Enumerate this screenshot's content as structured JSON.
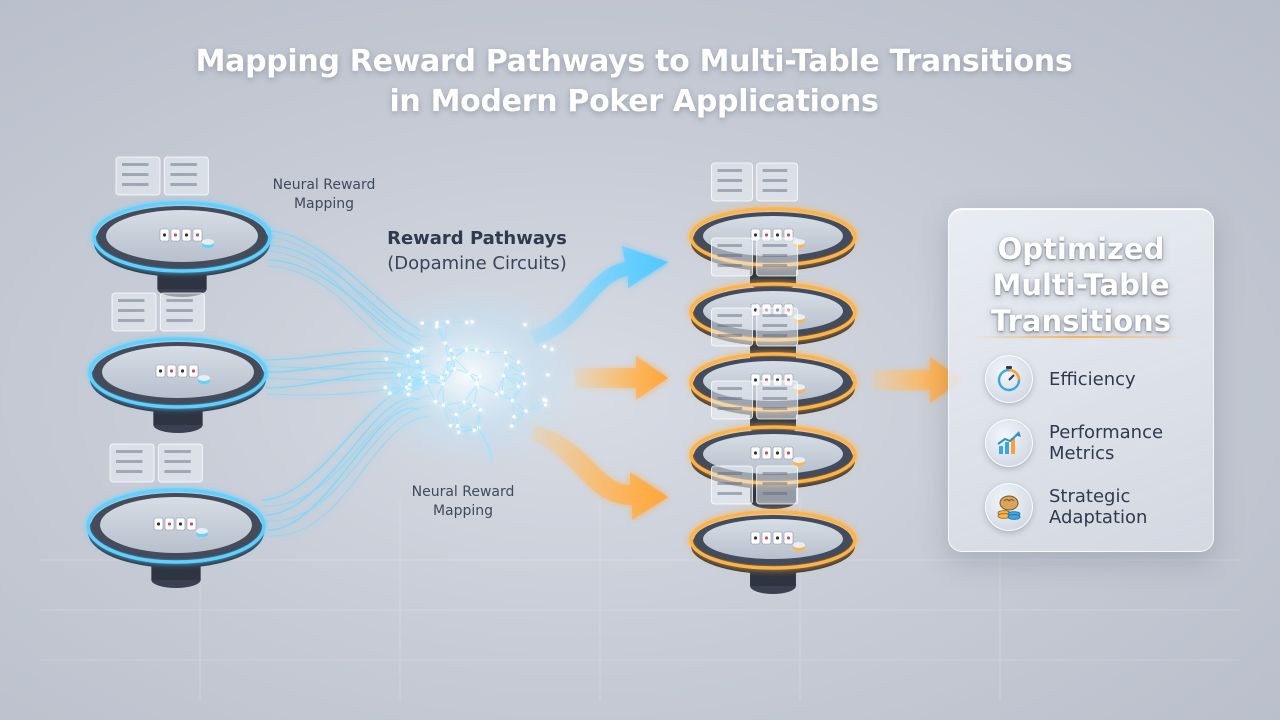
{
  "title": {
    "line1": "Mapping Reward Pathways to Multi-Table Transitions",
    "line2": "in Modern Poker Applications"
  },
  "labels": {
    "neural_top_1": "Neural Reward",
    "neural_top_2": "Mapping",
    "reward_pathways": "Reward Pathways",
    "dopamine": "(Dopamine Circuits)",
    "neural_bottom_1": "Neural Reward",
    "neural_bottom_2": "Mapping"
  },
  "panel": {
    "title_1": "Optimized",
    "title_2": "Multi-Table",
    "title_3": "Transitions",
    "items": [
      {
        "line1": "Efficiency",
        "line2": "",
        "icon": "stopwatch-icon"
      },
      {
        "line1": "Performance",
        "line2": "Metrics",
        "icon": "bar-chart-icon"
      },
      {
        "line1": "Strategic",
        "line2": "Adaptation",
        "icon": "brain-coins-icon"
      }
    ]
  },
  "colors": {
    "blue_glow": "#5fd0ff",
    "orange_glow": "#ffb347",
    "panel_text": "#2f3a4e"
  }
}
